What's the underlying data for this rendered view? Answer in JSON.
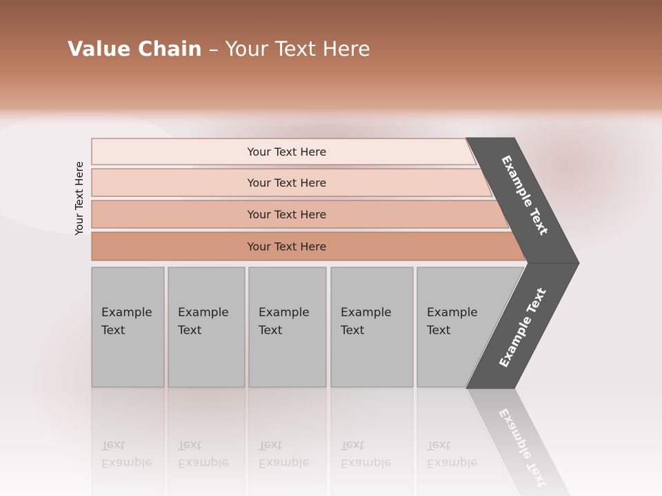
{
  "slide": {
    "title_bold": "Value Chain",
    "title_rest": " – Your Text Here",
    "side_label": "Your Text Here"
  },
  "support_rows": [
    {
      "label": "Your Text Here",
      "color": "#f7e6df"
    },
    {
      "label": "Your Text Here",
      "color": "#efd0c3"
    },
    {
      "label": "Your Text Here",
      "color": "#e4b7a4"
    },
    {
      "label": "Your Text Here",
      "color": "#d39a80"
    }
  ],
  "primary_blocks": [
    {
      "line1": "Example",
      "line2": "Text"
    },
    {
      "line1": "Example",
      "line2": "Text"
    },
    {
      "line1": "Example",
      "line2": "Text"
    },
    {
      "line1": "Example",
      "line2": "Text"
    },
    {
      "line1": "Example",
      "line2": "Text"
    }
  ],
  "chevron": {
    "upper_label": "Example Text",
    "lower_label": "Example Text",
    "color": "#5e5e5e"
  },
  "colors": {
    "header_top": "#8c5a45",
    "header_mid": "#bf8064",
    "block_fill": "#bdbdbd",
    "block_stroke": "#8a8a8a",
    "row_stroke": "#9a6a58"
  }
}
